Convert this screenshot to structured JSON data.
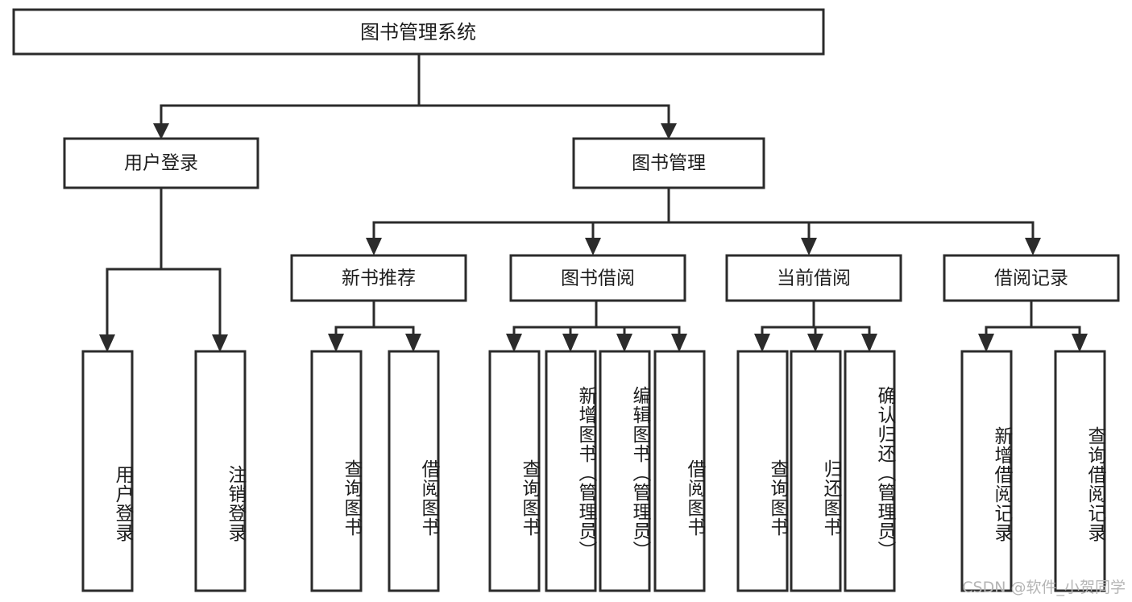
{
  "diagram": {
    "title": "图书管理系统",
    "type": "tree-hierarchy-diagram",
    "watermark": "CSDN @软件_小贺同学",
    "root": {
      "label": "图书管理系统"
    },
    "level1": [
      {
        "label": "用户登录"
      },
      {
        "label": "图书管理"
      }
    ],
    "level2": [
      {
        "label": "新书推荐"
      },
      {
        "label": "图书借阅"
      },
      {
        "label": "当前借阅"
      },
      {
        "label": "借阅记录"
      }
    ],
    "leaves": {
      "user_login": [
        {
          "label": "用户登录"
        },
        {
          "label": "注销登录"
        }
      ],
      "new_book_recommend": [
        {
          "label": "查询图书"
        },
        {
          "label": "借阅图书"
        }
      ],
      "book_borrow": [
        {
          "label": "查询图书"
        },
        {
          "label": "新增图书（管理员）"
        },
        {
          "label": "编辑图书（管理员）"
        },
        {
          "label": "借阅图书"
        }
      ],
      "current_borrow": [
        {
          "label": "查询图书"
        },
        {
          "label": "归还图书"
        },
        {
          "label": "确认归还（管理员）"
        }
      ],
      "borrow_record": [
        {
          "label": "新增借阅记录"
        },
        {
          "label": "查询借阅记录"
        }
      ]
    },
    "colors": {
      "stroke": "#2b2b2b",
      "fill": "#ffffff",
      "text": "#1d1d1d",
      "watermark": "#b5b5b5"
    }
  }
}
